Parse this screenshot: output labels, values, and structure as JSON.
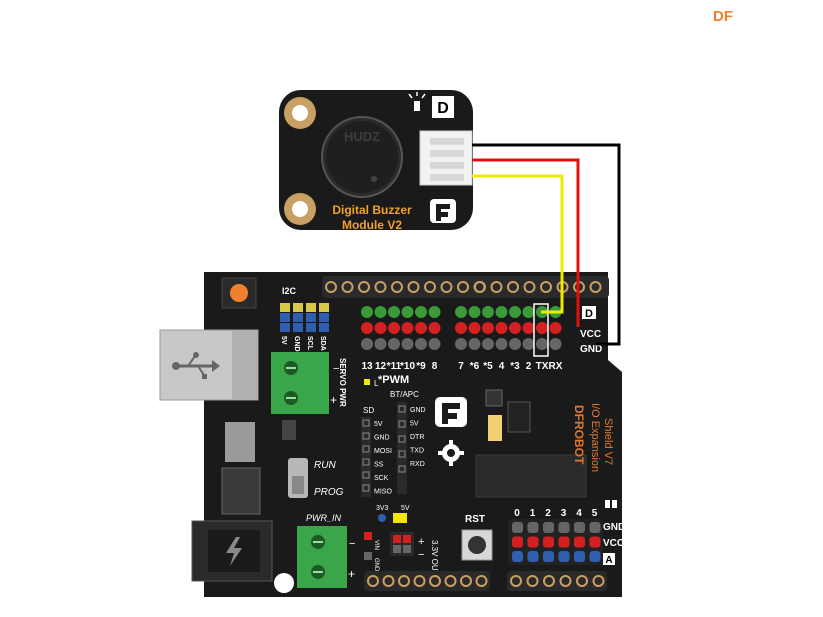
{
  "watermark": "DF",
  "buzzer": {
    "title_line1": "Digital Buzzer",
    "title_line2": "Module V2",
    "type_badge": "D",
    "cap_text": "HUDZ"
  },
  "shield": {
    "brand": "DFROBOT",
    "name_line1": "I/O Expansion",
    "name_line2": "Shield V7",
    "i2c_label": "I2C",
    "i2c_pins": [
      "5V",
      "GND",
      "SCL",
      "SDA"
    ],
    "servo_pwr": "SERVO PWR",
    "pwm_label": "*PWM",
    "sd_label": "SD",
    "sd_pins": [
      "5V",
      "GND",
      "MOSI",
      "SS",
      "SCK",
      "MISO"
    ],
    "bt_label": "BT/APC",
    "bt_pins": [
      "GND",
      "5V",
      "DTR",
      "TXD",
      "RXD"
    ],
    "digital_pins": [
      "13",
      "12",
      "*11",
      "*10",
      "*9",
      "8",
      "7",
      "*6",
      "*5",
      "4",
      "*3",
      "2",
      "TX",
      "RX"
    ],
    "digital_rail_labels": [
      "D",
      "VCC",
      "GND"
    ],
    "analog_pins": [
      "0",
      "1",
      "2",
      "3",
      "4",
      "5"
    ],
    "analog_rail_labels": [
      "GND",
      "VCC",
      "A"
    ],
    "run_label": "RUN",
    "prog_label": "PROG",
    "pwr_in_label": "PWR_IN",
    "vin_label": "VIN",
    "gnd_label": "GND",
    "v33_label": "3V3",
    "v5_label": "5V",
    "out_label": "3.3V OUT",
    "rst_label": "RST",
    "plus": "+",
    "minus": "−",
    "l_label": "L"
  },
  "colors": {
    "board": "#1a1a1a",
    "orange": "#f07f2e",
    "header_green": "#3a9a3a",
    "header_red": "#d42020",
    "header_grey": "#666666",
    "header_blue": "#2f5fb0",
    "terminal_green": "#3aa64a",
    "wire_black": "#000000",
    "wire_red": "#e01010",
    "wire_yellow": "#f0e800",
    "pad_gold": "#c9a063"
  }
}
